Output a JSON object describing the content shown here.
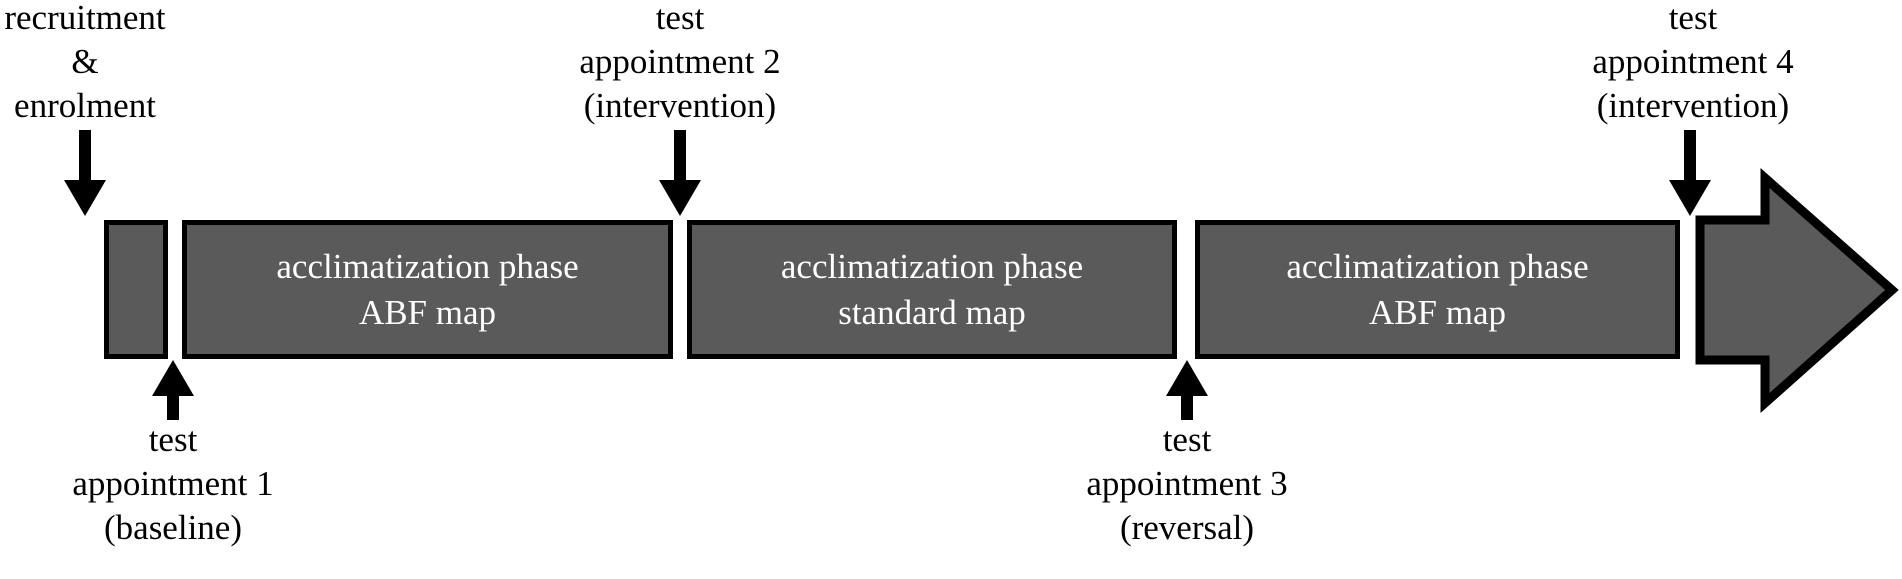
{
  "figure": {
    "type": "study-timeline-flow-diagram",
    "background_color": "#ffffff",
    "box_fill_color": "#5a5a5a",
    "box_border_color": "#000000",
    "box_text_color": "#ffffff",
    "label_text_color": "#000000"
  },
  "top_labels": [
    {
      "id": "recruitment-enrolment",
      "text": "recruitment\n&\nenrolment",
      "arrow": "down-arrow"
    },
    {
      "id": "test-appointment-2",
      "text": "test\nappointment 2\n(intervention)",
      "arrow": "down-arrow"
    },
    {
      "id": "test-appointment-4",
      "text": "test\nappointment 4\n(intervention)",
      "arrow": "down-arrow"
    }
  ],
  "bottom_labels": [
    {
      "id": "test-appointment-1",
      "text": "test\nappointment 1\n(baseline)",
      "arrow": "up-arrow"
    },
    {
      "id": "test-appointment-3",
      "text": "test\nappointment 3\n(reversal)",
      "arrow": "up-arrow"
    }
  ],
  "phases": [
    {
      "id": "enrolment-block",
      "line1": "",
      "line2": ""
    },
    {
      "id": "acclimatization-abf-1",
      "line1": "acclimatization phase",
      "line2": "ABF map"
    },
    {
      "id": "acclimatization-standard",
      "line1": "acclimatization phase",
      "line2": "standard map"
    },
    {
      "id": "acclimatization-abf-2",
      "line1": "acclimatization phase",
      "line2": "ABF map"
    }
  ],
  "continuation_arrow": {
    "id": "timeline-continuation-arrow",
    "direction": "right"
  }
}
